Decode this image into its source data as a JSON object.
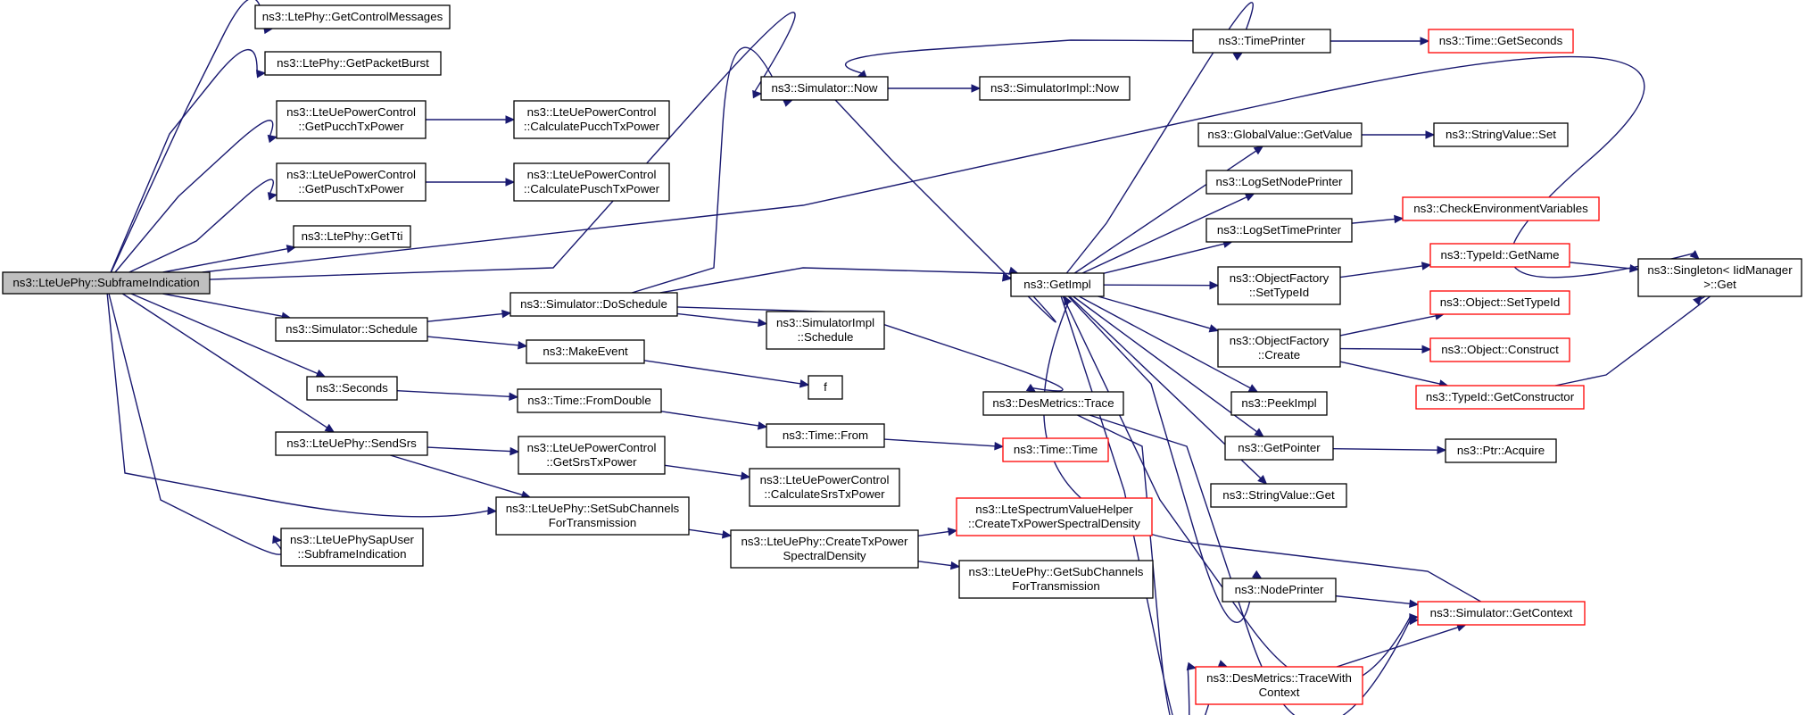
{
  "colors": {
    "edge": "#191970",
    "node_border": "#000000",
    "missing_border": "#ff0000",
    "root_fill": "#bfbfbf"
  },
  "nodes": {
    "root": {
      "lines": [
        "ns3::LteUePhy::SubframeIndication"
      ]
    },
    "getCtrl": {
      "lines": [
        "ns3::LtePhy::GetControlMessages"
      ]
    },
    "getPktBurst": {
      "lines": [
        "ns3::LtePhy::GetPacketBurst"
      ]
    },
    "getPucch": {
      "lines": [
        "ns3::LteUePowerControl",
        "::GetPucchTxPower"
      ]
    },
    "calcPucch": {
      "lines": [
        "ns3::LteUePowerControl",
        "::CalculatePucchTxPower"
      ]
    },
    "getPusch": {
      "lines": [
        "ns3::LteUePowerControl",
        "::GetPuschTxPower"
      ]
    },
    "calcPusch": {
      "lines": [
        "ns3::LteUePowerControl",
        "::CalculatePuschTxPower"
      ]
    },
    "getTti": {
      "lines": [
        "ns3::LtePhy::GetTti"
      ]
    },
    "schedule": {
      "lines": [
        "ns3::Simulator::Schedule"
      ]
    },
    "seconds": {
      "lines": [
        "ns3::Seconds"
      ]
    },
    "sendSrs": {
      "lines": [
        "ns3::LteUePhy::SendSrs"
      ]
    },
    "sapUser": {
      "lines": [
        "ns3::LteUePhySapUser",
        "::SubframeIndication"
      ]
    },
    "simNow": {
      "lines": [
        "ns3::Simulator::Now"
      ]
    },
    "doSchedule": {
      "lines": [
        "ns3::Simulator::DoSchedule"
      ]
    },
    "makeEvent": {
      "lines": [
        "ns3::MakeEvent"
      ]
    },
    "fromDouble": {
      "lines": [
        "ns3::Time::FromDouble"
      ]
    },
    "getSrs": {
      "lines": [
        "ns3::LteUePowerControl",
        "::GetSrsTxPower"
      ]
    },
    "setSub": {
      "lines": [
        "ns3::LteUePhy::SetSubChannels",
        "ForTransmission"
      ]
    },
    "implNow": {
      "lines": [
        "ns3::SimulatorImpl::Now"
      ]
    },
    "implSched": {
      "lines": [
        "ns3::SimulatorImpl",
        "::Schedule"
      ]
    },
    "f": {
      "lines": [
        "f"
      ]
    },
    "timeFrom": {
      "lines": [
        "ns3::Time::From"
      ]
    },
    "calcSrs": {
      "lines": [
        "ns3::LteUePowerControl",
        "::CalculateSrsTxPower"
      ]
    },
    "createTx": {
      "lines": [
        "ns3::LteUePhy::CreateTxPower",
        "SpectralDensity"
      ]
    },
    "getImpl": {
      "lines": [
        "ns3::GetImpl"
      ]
    },
    "desTrace": {
      "lines": [
        "ns3::DesMetrics::Trace"
      ]
    },
    "timeTime": {
      "lines": [
        "ns3::Time::Time"
      ]
    },
    "spectrumHelp": {
      "lines": [
        "ns3::LteSpectrumValueHelper",
        "::CreateTxPowerSpectralDensity"
      ]
    },
    "getSubCh": {
      "lines": [
        "ns3::LteUePhy::GetSubChannels",
        "ForTransmission"
      ]
    },
    "timePrinter": {
      "lines": [
        "ns3::TimePrinter"
      ]
    },
    "gvGet": {
      "lines": [
        "ns3::GlobalValue::GetValue"
      ]
    },
    "logNode": {
      "lines": [
        "ns3::LogSetNodePrinter"
      ]
    },
    "logTime": {
      "lines": [
        "ns3::LogSetTimePrinter"
      ]
    },
    "ofSetType": {
      "lines": [
        "ns3::ObjectFactory",
        "::SetTypeId"
      ]
    },
    "ofCreate": {
      "lines": [
        "ns3::ObjectFactory",
        "::Create"
      ]
    },
    "peekImpl": {
      "lines": [
        "ns3::PeekImpl"
      ]
    },
    "getPointer": {
      "lines": [
        "ns3::GetPointer"
      ]
    },
    "svGet": {
      "lines": [
        "ns3::StringValue::Get"
      ]
    },
    "nodePrinter": {
      "lines": [
        "ns3::NodePrinter"
      ]
    },
    "traceCtx": {
      "lines": [
        "ns3::DesMetrics::TraceWith",
        "Context"
      ]
    },
    "getSeconds": {
      "lines": [
        "ns3::Time::GetSeconds"
      ]
    },
    "svSet": {
      "lines": [
        "ns3::StringValue::Set"
      ]
    },
    "checkEnv": {
      "lines": [
        "ns3::CheckEnvironmentVariables"
      ]
    },
    "tidName": {
      "lines": [
        "ns3::TypeId::GetName"
      ]
    },
    "objSetType": {
      "lines": [
        "ns3::Object::SetTypeId"
      ]
    },
    "objConstr": {
      "lines": [
        "ns3::Object::Construct"
      ]
    },
    "tidCtor": {
      "lines": [
        "ns3::TypeId::GetConstructor"
      ]
    },
    "ptrAcq": {
      "lines": [
        "ns3::Ptr::Acquire"
      ]
    },
    "simCtx": {
      "lines": [
        "ns3::Simulator::GetContext"
      ]
    },
    "singleton": {
      "lines": [
        "ns3::Singleton< IidManager",
        " >::Get"
      ]
    }
  }
}
